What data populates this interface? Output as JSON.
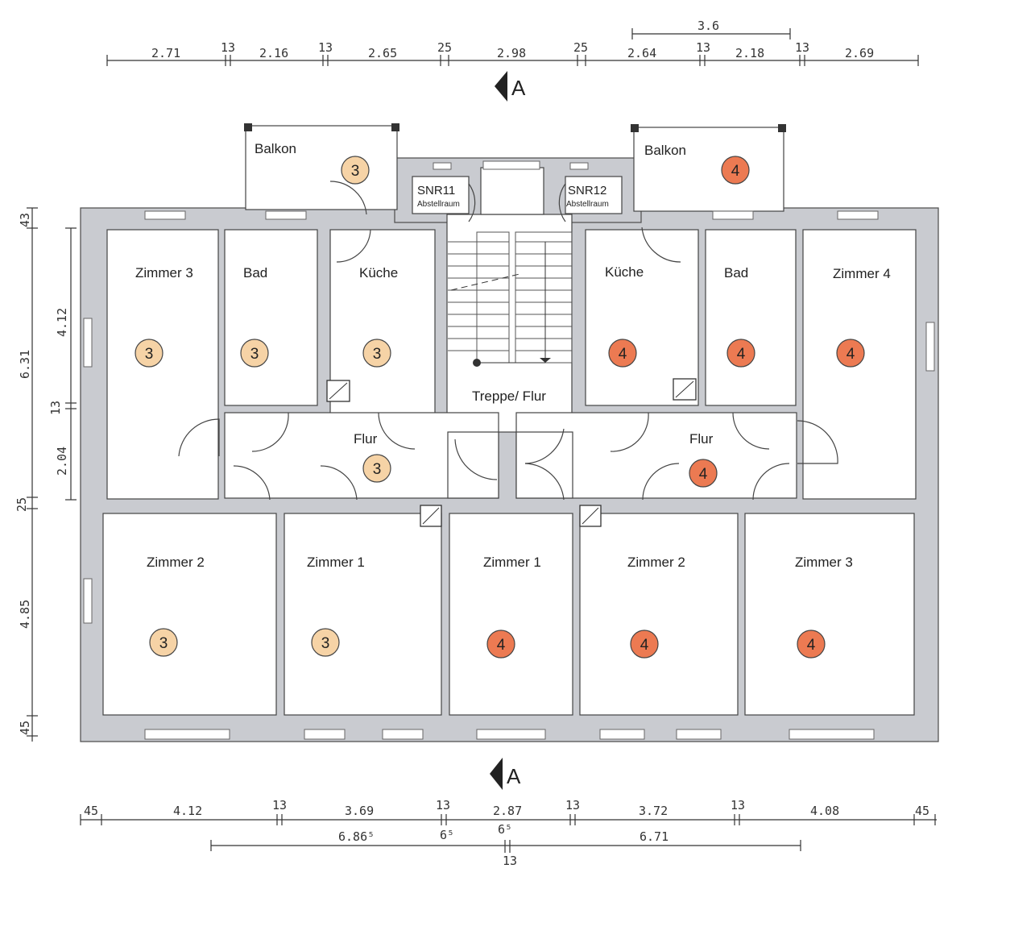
{
  "plan": {
    "section_marker": "A",
    "top_dims": [
      "2.71",
      "13",
      "2.16",
      "13",
      "2.65",
      "25",
      "2.98",
      "25",
      "2.64",
      "13",
      "2.18",
      "13",
      "2.69"
    ],
    "top_extra_dim": "3.6",
    "bottom_dims": [
      "45",
      "4.12",
      "13",
      "3.69",
      "13",
      "2.87",
      "13",
      "3.72",
      "13",
      "4.08",
      "45"
    ],
    "bottom_sub_dims": [
      "6.86⁵",
      "6⁵",
      "6⁵",
      "6.71"
    ],
    "bottom_center_dim": "13",
    "left_outer_dims": [
      "43",
      "6.31",
      "25",
      "4.85",
      "45"
    ],
    "left_inner_dims": [
      "4.12",
      "13",
      "2.04"
    ],
    "rooms": {
      "balkon_left": "Balkon",
      "balkon_right": "Balkon",
      "snr11": "SNR11",
      "snr12": "SNR12",
      "abstellraum": "Abstellraum",
      "zimmer3_left": "Zimmer 3",
      "bad_left": "Bad",
      "kueche_left": "Küche",
      "kueche_right": "Küche",
      "bad_right": "Bad",
      "zimmer4_right": "Zimmer 4",
      "treppe_flur": "Treppe/ Flur",
      "flur_left": "Flur",
      "flur_right": "Flur",
      "zimmer2_left": "Zimmer 2",
      "zimmer1_left": "Zimmer 1",
      "zimmer1_right": "Zimmer 1",
      "zimmer2_right": "Zimmer 2",
      "zimmer3_right": "Zimmer 3"
    },
    "badges": {
      "unit_left": "3",
      "unit_right": "4",
      "color_left": "#f6d3a6",
      "color_right": "#ec7a52"
    }
  }
}
